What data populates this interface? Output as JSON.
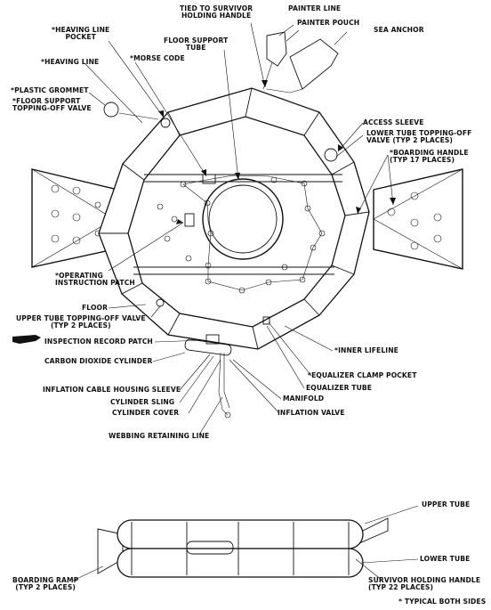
{
  "labels": {
    "tied_to_survivor": [
      "TIED TO SURVIVOR",
      "HOLDING HANDLE"
    ],
    "painter_line": "PAINTER LINE",
    "painter_pouch": "PAINTER POUCH",
    "sea_anchor": "SEA ANCHOR",
    "heaving_line_pocket": [
      "*HEAVING LINE",
      "POCKET"
    ],
    "floor_support_tube": [
      "FLOOR SUPPORT",
      "TUBE"
    ],
    "morse_code": "*MORSE CODE",
    "heaving_line": "*HEAVING LINE",
    "plastic_grommet": "*PLASTIC GROMMET",
    "floor_support_topping_off_valve": [
      "*FLOOR SUPPORT",
      "TOPPING-OFF VALVE"
    ],
    "access_sleeve": "ACCESS SLEEVE",
    "lower_tube_topping_off_valve": [
      "LOWER TUBE TOPPING-OFF",
      "VALVE (TYP 2 PLACES)"
    ],
    "boarding_handle": [
      "*BOARDING HANDLE",
      "(TYP 17 PLACES)"
    ],
    "operating_instruction_patch": [
      "*OPERATING",
      "INSTRUCTION PATCH"
    ],
    "floor": "FLOOR",
    "upper_tube_topping_off_valve": [
      "UPPER TUBE TOPPING-OFF VALVE",
      "(TYP 2 PLACES)"
    ],
    "inspection_record_patch": "INSPECTION RECORD PATCH",
    "carbon_dioxide_cylinder": "CARBON DIOXIDE CYLINDER",
    "inner_lifeline": "*INNER LIFELINE",
    "equalizer_clamp_pocket": "*EQUALIZER CLAMP POCKET",
    "equalizer_tube": "EQUALIZER TUBE",
    "inflation_cable_housing_sleeve": "INFLATION CABLE HOUSING SLEEVE",
    "manifold": "MANIFOLD",
    "cylinder_sling": "CYLINDER SLING",
    "inflation_valve": "INFLATION VALVE",
    "cylinder_cover": "CYLINDER COVER",
    "webbing_retaining_line": "WEBBING RETAINING LINE",
    "upper_tube": "UPPER TUBE",
    "lower_tube": "LOWER TUBE",
    "boarding_ramp": [
      "BOARDING RAMP",
      "(TYP 2 PLACES)"
    ],
    "survivor_holding_handle": [
      "SURVIVOR HOLDING HANDLE",
      "(TYP 22 PLACES)"
    ],
    "typical_both_sides": "* TYPICAL BOTH SIDES"
  },
  "icons": {
    "pointer": "pointing-hand-icon"
  }
}
